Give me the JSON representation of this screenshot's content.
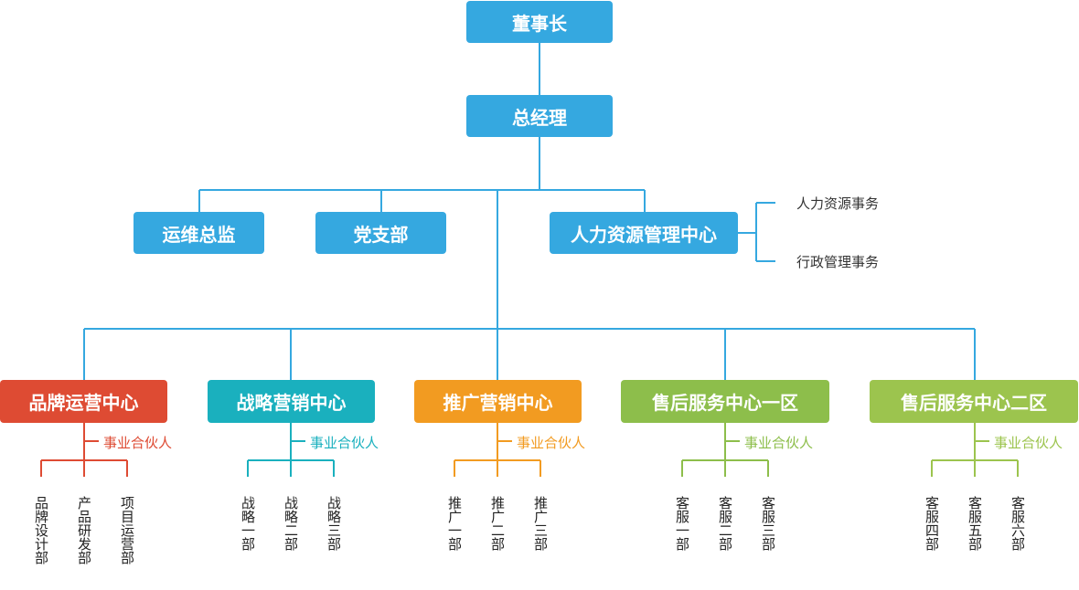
{
  "colors": {
    "blue": "#35a8e0",
    "red": "#de4b33",
    "teal": "#1ab0be",
    "orange": "#f29b21",
    "green": "#8dbe4b",
    "green2": "#9cc44e"
  },
  "chairman": "董事长",
  "general_manager": "总经理",
  "departments": [
    "运维总监",
    "党支部",
    "人力资源管理中心"
  ],
  "hr_affairs": [
    "人力资源事务",
    "行政管理事务"
  ],
  "centers": [
    {
      "name": "品牌运营中心",
      "color": "#de4b33",
      "partner": "事业合伙人",
      "subs": [
        "品牌设计部",
        "产品研发部",
        "项目运营部"
      ]
    },
    {
      "name": "战略营销中心",
      "color": "#1ab0be",
      "partner": "事业合伙人",
      "subs": [
        "战略一部",
        "战略二部",
        "战略三部"
      ]
    },
    {
      "name": "推广营销中心",
      "color": "#f29b21",
      "partner": "事业合伙人",
      "subs": [
        "推广一部",
        "推广二部",
        "推广三部"
      ]
    },
    {
      "name": "售后服务中心一区",
      "color": "#8dbe4b",
      "partner": "事业合伙人",
      "subs": [
        "客服一部",
        "客服二部",
        "客服三部"
      ]
    },
    {
      "name": "售后服务中心二区",
      "color": "#9cc44e",
      "partner": "事业合伙人",
      "subs": [
        "客服四部",
        "客服五部",
        "客服六部"
      ]
    }
  ]
}
